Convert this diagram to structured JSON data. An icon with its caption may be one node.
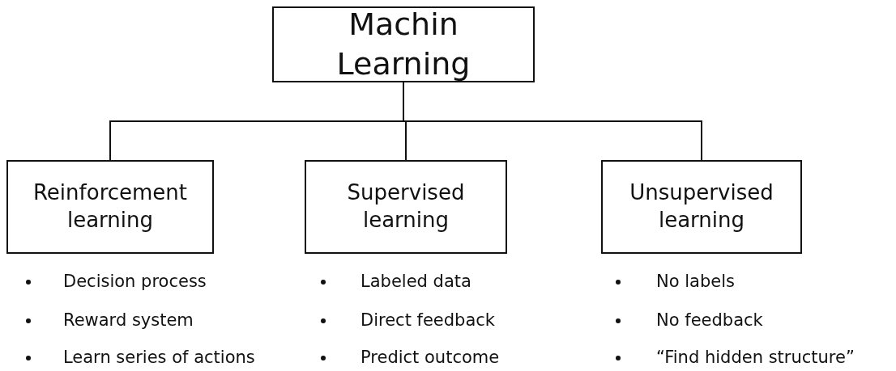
{
  "diagram": {
    "nodes": [
      {
        "text": [
          "Machin Learning"
        ]
      },
      {
        "text": [
          "Reinforcement learning"
        ]
      },
      {
        "text": [
          "Supervised learning"
        ]
      },
      {
        "text": [
          "Unsupervised learning"
        ]
      }
    ],
    "edges": [
      {
        "from": 0,
        "to": 1,
        "arrow": "none"
      },
      {
        "from": 0,
        "to": 2,
        "arrow": "none"
      },
      {
        "from": 0,
        "to": 3,
        "arrow": "none"
      }
    ],
    "labels": [
      "Decision process",
      "Labeled data",
      "No labels",
      "Reward system",
      "Direct feedback",
      "No feedback",
      "Learn series of actions",
      "Predict outcome",
      "“Find hidden structure”"
    ]
  }
}
